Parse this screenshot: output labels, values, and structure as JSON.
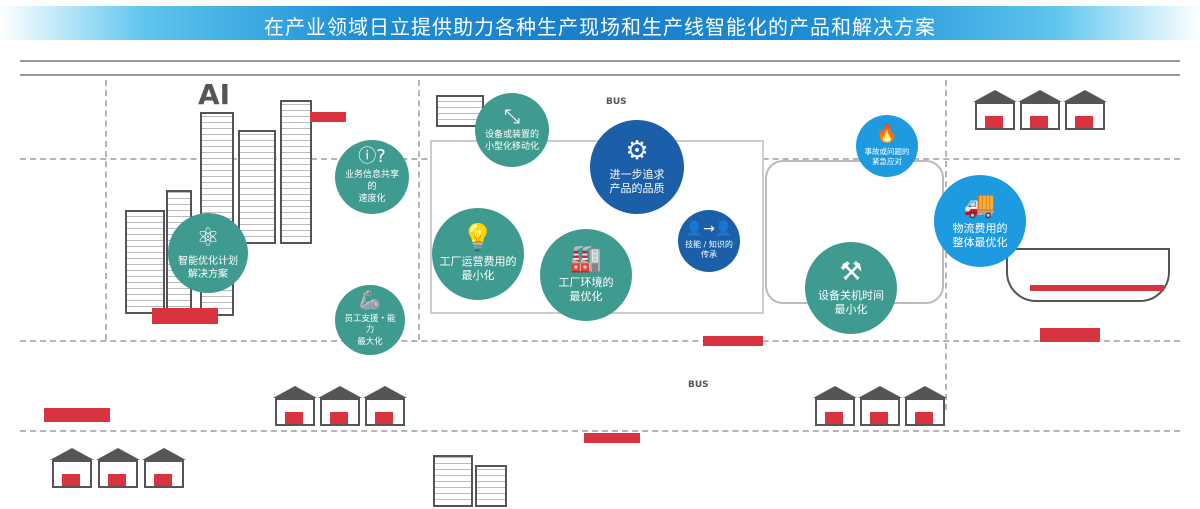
{
  "header": {
    "title": "在产业领域日立提供助力各种生产现场和生产线智能化的产品和解决方案"
  },
  "scene": {
    "building_letters": "AI",
    "bus_stop_labels": [
      "BUS",
      "BUS"
    ]
  },
  "solutions": [
    {
      "label": "智能优化计划\n解决方案",
      "icon": "atom-icon",
      "color": "#3f9b8f"
    },
    {
      "label": "业务信息共享的\n速度化",
      "icon": "info-question-icon",
      "color": "#3f9b8f"
    },
    {
      "label": "设备或装置的\n小型化移动化",
      "icon": "shrink-device-icon",
      "color": "#3f9b8f"
    },
    {
      "label": "进一步追求\n产品的品质",
      "icon": "gear-icon",
      "color": "#1a5fa8"
    },
    {
      "label": "工厂运营费用的\n最小化",
      "icon": "lightbulb-icon",
      "color": "#3f9b8f"
    },
    {
      "label": "工厂环境的\n最优化",
      "icon": "factory-icon",
      "color": "#3f9b8f"
    },
    {
      "label": "员工支援・能力\n最大化",
      "icon": "robot-arm-person-icon",
      "color": "#3f9b8f"
    },
    {
      "label": "技能 / 知识的\n传承",
      "icon": "knowledge-transfer-icon",
      "color": "#1a5fa8"
    },
    {
      "label": "事故或问题的\n紧急应对",
      "icon": "fire-icon",
      "color": "#1e9be0"
    },
    {
      "label": "物流费用的\n整体最优化",
      "icon": "truck-icon",
      "color": "#1e9be0"
    },
    {
      "label": "设备关机时间\n最小化",
      "icon": "tools-icon",
      "color": "#3f9b8f"
    }
  ]
}
